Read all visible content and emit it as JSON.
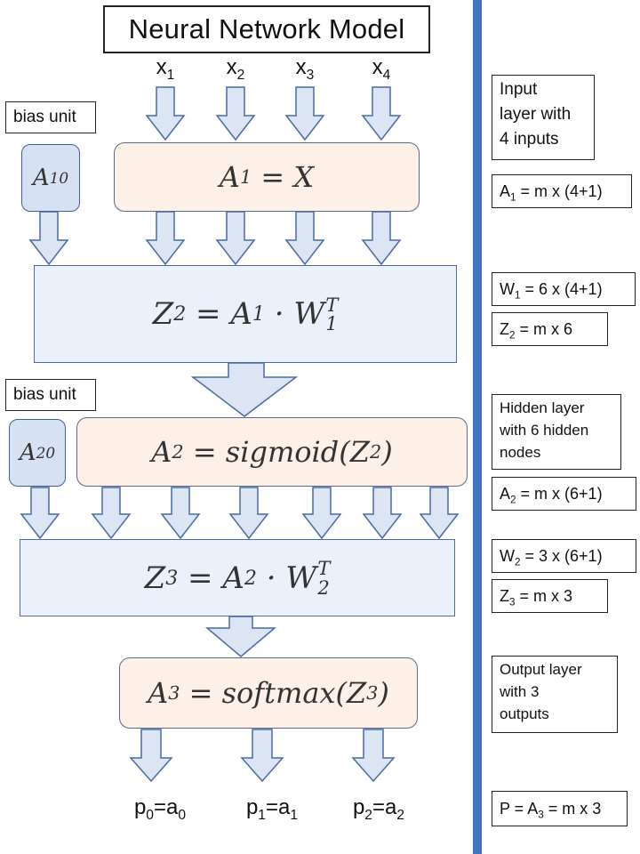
{
  "title": "Neural Network Model",
  "inputs": [
    "x",
    "x",
    "x",
    "x"
  ],
  "input_subs": [
    "1",
    "2",
    "3",
    "4"
  ],
  "bias_label_1": "bias unit",
  "bias_label_2": "bias unit",
  "bias_node_1": {
    "main": "A",
    "sub": "10"
  },
  "bias_node_2": {
    "main": "A",
    "sub": "20"
  },
  "layer_a1": {
    "lhs": "A",
    "lhs_sub": "1",
    "rhs": " = X"
  },
  "layer_z2": {
    "lhs": "Z",
    "lhs_sub": "2",
    "mid": " = A",
    "mid_sub": "1",
    "dot": " · W",
    "w_sub": "1",
    "w_sup": "T"
  },
  "layer_a2": {
    "lhs": "A",
    "lhs_sub": "2",
    "mid": " = sigmoid(Z",
    "arg_sub": "2",
    "close": ")"
  },
  "layer_z3": {
    "lhs": "Z",
    "lhs_sub": "3",
    "mid": " = A",
    "mid_sub": "2",
    "dot": " · W",
    "w_sub": "2",
    "w_sup": "T"
  },
  "layer_a3": {
    "lhs": "A",
    "lhs_sub": "3",
    "mid": " = softmax(Z",
    "arg_sub": "3",
    "close": ")"
  },
  "outputs": [
    {
      "p": "p",
      "p_sub": "0",
      "eq": "=a",
      "a_sub": "0"
    },
    {
      "p": "p",
      "p_sub": "1",
      "eq": "=a",
      "a_sub": "1"
    },
    {
      "p": "p",
      "p_sub": "2",
      "eq": "=a",
      "a_sub": "2"
    }
  ],
  "notes": {
    "input_layer": [
      "Input",
      "layer with",
      "4 inputs"
    ],
    "a1_shape": {
      "pre": "A",
      "sub": "1",
      "post": " = m x (4+1)"
    },
    "w1_shape": {
      "pre": "W",
      "sub": "1",
      "post": " = 6 x (4+1)"
    },
    "z2_shape": {
      "pre": "Z",
      "sub": "2",
      "post": " = m x 6"
    },
    "hidden_layer": [
      "Hidden layer",
      "with 6 hidden",
      "nodes"
    ],
    "a2_shape": {
      "pre": "A",
      "sub": "2",
      "post": " = m x (6+1)"
    },
    "w2_shape": {
      "pre": "W",
      "sub": "2",
      "post": " = 3 x (6+1)"
    },
    "z3_shape": {
      "pre": "Z",
      "sub": "3",
      "post": " = m x 3"
    },
    "output_layer": [
      "Output layer",
      "with 3",
      "outputs"
    ],
    "p_shape": {
      "pre": "P = A",
      "sub": "3",
      "post": " = m x 3"
    }
  },
  "colors": {
    "arrow_fill": "#dbe5f3",
    "arrow_stroke": "#4a6aa8",
    "peach": "#fdf1e7",
    "sidebar": "#4472c4"
  }
}
